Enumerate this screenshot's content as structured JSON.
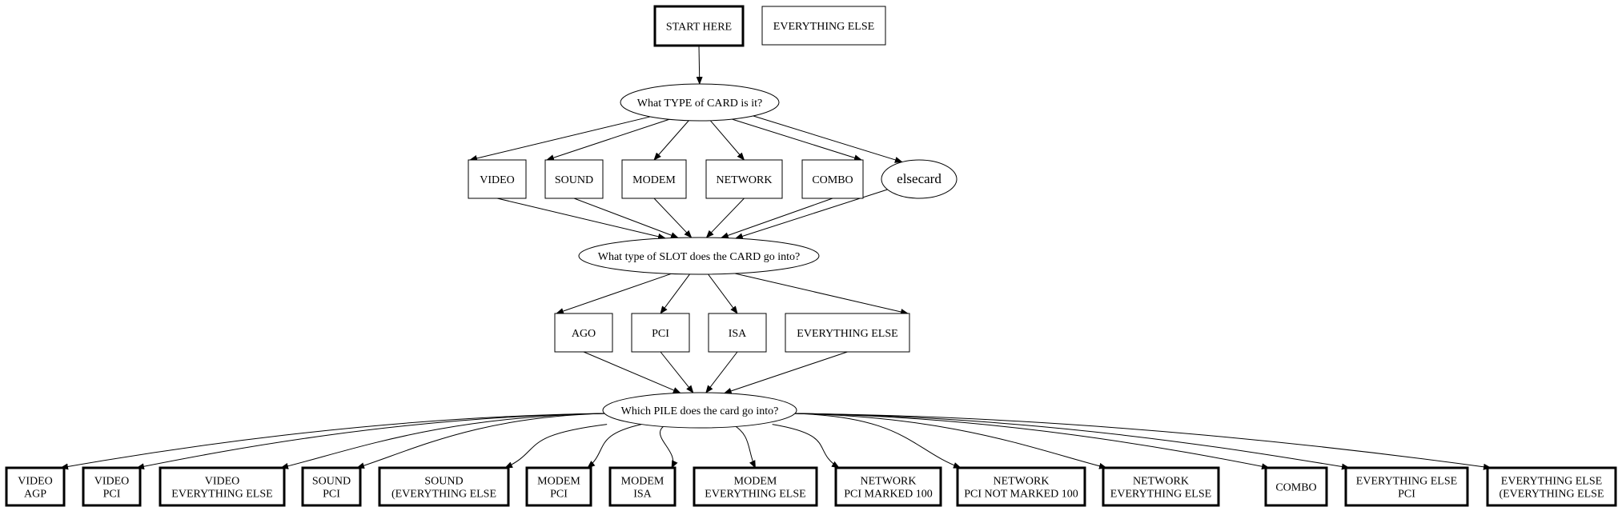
{
  "diagram": {
    "type": "flowchart",
    "nodes": [
      {
        "id": "start",
        "shape": "box-bold",
        "lines": [
          "START HERE"
        ]
      },
      {
        "id": "everything_else_top",
        "shape": "box",
        "lines": [
          "EVERYTHING ELSE"
        ]
      },
      {
        "id": "q_type",
        "shape": "ellipse",
        "lines": [
          "What TYPE of CARD is it?"
        ]
      },
      {
        "id": "video",
        "shape": "box",
        "lines": [
          "VIDEO"
        ]
      },
      {
        "id": "sound",
        "shape": "box",
        "lines": [
          "SOUND"
        ]
      },
      {
        "id": "modem",
        "shape": "box",
        "lines": [
          "MODEM"
        ]
      },
      {
        "id": "network",
        "shape": "box",
        "lines": [
          "NETWORK"
        ]
      },
      {
        "id": "combo",
        "shape": "box",
        "lines": [
          "COMBO"
        ]
      },
      {
        "id": "elsecard",
        "shape": "ellipse-large",
        "lines": [
          "elsecard"
        ]
      },
      {
        "id": "q_slot",
        "shape": "ellipse",
        "lines": [
          "What type of SLOT does the CARD go into?"
        ]
      },
      {
        "id": "ago",
        "shape": "box",
        "lines": [
          "AGO"
        ]
      },
      {
        "id": "pci",
        "shape": "box",
        "lines": [
          "PCI"
        ]
      },
      {
        "id": "isa",
        "shape": "box",
        "lines": [
          "ISA"
        ]
      },
      {
        "id": "slot_else",
        "shape": "box",
        "lines": [
          "EVERYTHING ELSE"
        ]
      },
      {
        "id": "q_pile",
        "shape": "ellipse",
        "lines": [
          "Which PILE does the card go into?"
        ]
      },
      {
        "id": "p_video_agp",
        "shape": "box-bold",
        "lines": [
          "VIDEO",
          "AGP"
        ]
      },
      {
        "id": "p_video_pci",
        "shape": "box-bold",
        "lines": [
          "VIDEO",
          "PCI"
        ]
      },
      {
        "id": "p_video_else",
        "shape": "box-bold",
        "lines": [
          "VIDEO",
          "EVERYTHING ELSE"
        ]
      },
      {
        "id": "p_sound_pci",
        "shape": "box-bold",
        "lines": [
          "SOUND",
          "PCI"
        ]
      },
      {
        "id": "p_sound_else",
        "shape": "box-bold",
        "lines": [
          "SOUND",
          "(EVERYTHING ELSE"
        ]
      },
      {
        "id": "p_modem_pci",
        "shape": "box-bold",
        "lines": [
          "MODEM",
          "PCI"
        ]
      },
      {
        "id": "p_modem_isa",
        "shape": "box-bold",
        "lines": [
          "MODEM",
          "ISA"
        ]
      },
      {
        "id": "p_modem_else",
        "shape": "box-bold",
        "lines": [
          "MODEM",
          "EVERYTHING ELSE"
        ]
      },
      {
        "id": "p_net_pci100",
        "shape": "box-bold",
        "lines": [
          "NETWORK",
          "PCI MARKED 100"
        ]
      },
      {
        "id": "p_net_pcinot100",
        "shape": "box-bold",
        "lines": [
          "NETWORK",
          "PCI NOT MARKED 100"
        ]
      },
      {
        "id": "p_net_else",
        "shape": "box-bold",
        "lines": [
          "NETWORK",
          "EVERYTHING ELSE"
        ]
      },
      {
        "id": "p_combo",
        "shape": "box-bold",
        "lines": [
          "COMBO"
        ]
      },
      {
        "id": "p_else_pci",
        "shape": "box-bold",
        "lines": [
          "EVERYTHING ELSE",
          "PCI"
        ]
      },
      {
        "id": "p_else_else",
        "shape": "box-bold",
        "lines": [
          "EVERYTHING ELSE",
          "(EVERYTHING ELSE"
        ]
      }
    ],
    "edges": [
      [
        "start",
        "q_type"
      ],
      [
        "q_type",
        "video"
      ],
      [
        "q_type",
        "sound"
      ],
      [
        "q_type",
        "modem"
      ],
      [
        "q_type",
        "network"
      ],
      [
        "q_type",
        "combo"
      ],
      [
        "q_type",
        "elsecard"
      ],
      [
        "video",
        "q_slot"
      ],
      [
        "sound",
        "q_slot"
      ],
      [
        "modem",
        "q_slot"
      ],
      [
        "network",
        "q_slot"
      ],
      [
        "combo",
        "q_slot"
      ],
      [
        "elsecard",
        "q_slot"
      ],
      [
        "q_slot",
        "ago"
      ],
      [
        "q_slot",
        "pci"
      ],
      [
        "q_slot",
        "isa"
      ],
      [
        "q_slot",
        "slot_else"
      ],
      [
        "ago",
        "q_pile"
      ],
      [
        "pci",
        "q_pile"
      ],
      [
        "isa",
        "q_pile"
      ],
      [
        "slot_else",
        "q_pile"
      ],
      [
        "q_pile",
        "p_video_agp"
      ],
      [
        "q_pile",
        "p_video_pci"
      ],
      [
        "q_pile",
        "p_video_else"
      ],
      [
        "q_pile",
        "p_sound_pci"
      ],
      [
        "q_pile",
        "p_sound_else"
      ],
      [
        "q_pile",
        "p_modem_pci"
      ],
      [
        "q_pile",
        "p_modem_isa"
      ],
      [
        "q_pile",
        "p_modem_else"
      ],
      [
        "q_pile",
        "p_net_pci100"
      ],
      [
        "q_pile",
        "p_net_pcinot100"
      ],
      [
        "q_pile",
        "p_net_else"
      ],
      [
        "q_pile",
        "p_combo"
      ],
      [
        "q_pile",
        "p_else_pci"
      ],
      [
        "q_pile",
        "p_else_else"
      ]
    ]
  }
}
